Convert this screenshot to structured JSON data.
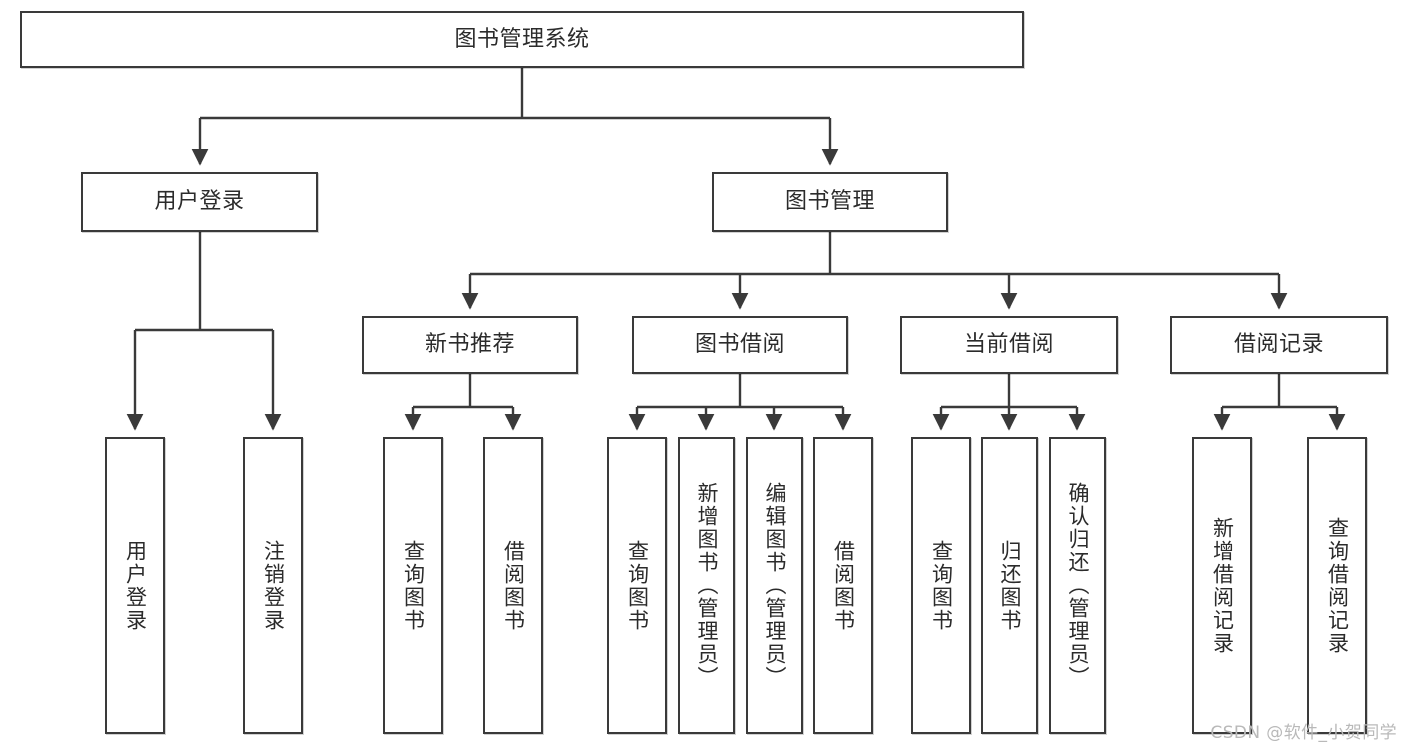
{
  "diagram": {
    "title": "图书管理系统",
    "type": "hierarchy-tree",
    "watermark": "CSDN @软件_小贺同学",
    "colors": {
      "box_border": "#3a3a3a",
      "box_fill": "#ffffff",
      "connector": "#3a3a3a",
      "text": "#2b2b2b",
      "watermark": "#b9b9b9",
      "background": "#ffffff"
    },
    "nodes": {
      "root": {
        "label": "图书管理系统",
        "orientation": "horizontal"
      },
      "level2": [
        {
          "id": "user-login",
          "label": "用户登录",
          "orientation": "horizontal"
        },
        {
          "id": "book-manage",
          "label": "图书管理",
          "orientation": "horizontal"
        }
      ],
      "level3": [
        {
          "id": "new-book-rec",
          "label": "新书推荐",
          "orientation": "horizontal"
        },
        {
          "id": "book-borrow",
          "label": "图书借阅",
          "orientation": "horizontal"
        },
        {
          "id": "current-borrow",
          "label": "当前借阅",
          "orientation": "horizontal"
        },
        {
          "id": "borrow-record",
          "label": "借阅记录",
          "orientation": "horizontal"
        }
      ],
      "leaves": [
        {
          "id": "leaf-user-login",
          "label": "用户登录",
          "orientation": "vertical",
          "parent": "user-login"
        },
        {
          "id": "leaf-logout-login",
          "label": "注销登录",
          "orientation": "vertical",
          "parent": "user-login"
        },
        {
          "id": "leaf-query-book-1",
          "label": "查询图书",
          "orientation": "vertical",
          "parent": "new-book-rec"
        },
        {
          "id": "leaf-borrow-book-1",
          "label": "借阅图书",
          "orientation": "vertical",
          "parent": "new-book-rec"
        },
        {
          "id": "leaf-query-book-2",
          "label": "查询图书",
          "orientation": "vertical",
          "parent": "book-borrow"
        },
        {
          "id": "leaf-add-book",
          "label": "新增图书（管理员）",
          "orientation": "vertical",
          "parent": "book-borrow"
        },
        {
          "id": "leaf-edit-book",
          "label": "编辑图书（管理员）",
          "orientation": "vertical",
          "parent": "book-borrow"
        },
        {
          "id": "leaf-borrow-book-2",
          "label": "借阅图书",
          "orientation": "vertical",
          "parent": "book-borrow"
        },
        {
          "id": "leaf-query-book-3",
          "label": "查询图书",
          "orientation": "vertical",
          "parent": "current-borrow"
        },
        {
          "id": "leaf-return-book",
          "label": "归还图书",
          "orientation": "vertical",
          "parent": "current-borrow"
        },
        {
          "id": "leaf-confirm-return",
          "label": "确认归还（管理员）",
          "orientation": "vertical",
          "parent": "current-borrow"
        },
        {
          "id": "leaf-add-record",
          "label": "新增借阅记录",
          "orientation": "vertical",
          "parent": "borrow-record"
        },
        {
          "id": "leaf-query-record",
          "label": "查询借阅记录",
          "orientation": "vertical",
          "parent": "borrow-record"
        }
      ]
    }
  }
}
